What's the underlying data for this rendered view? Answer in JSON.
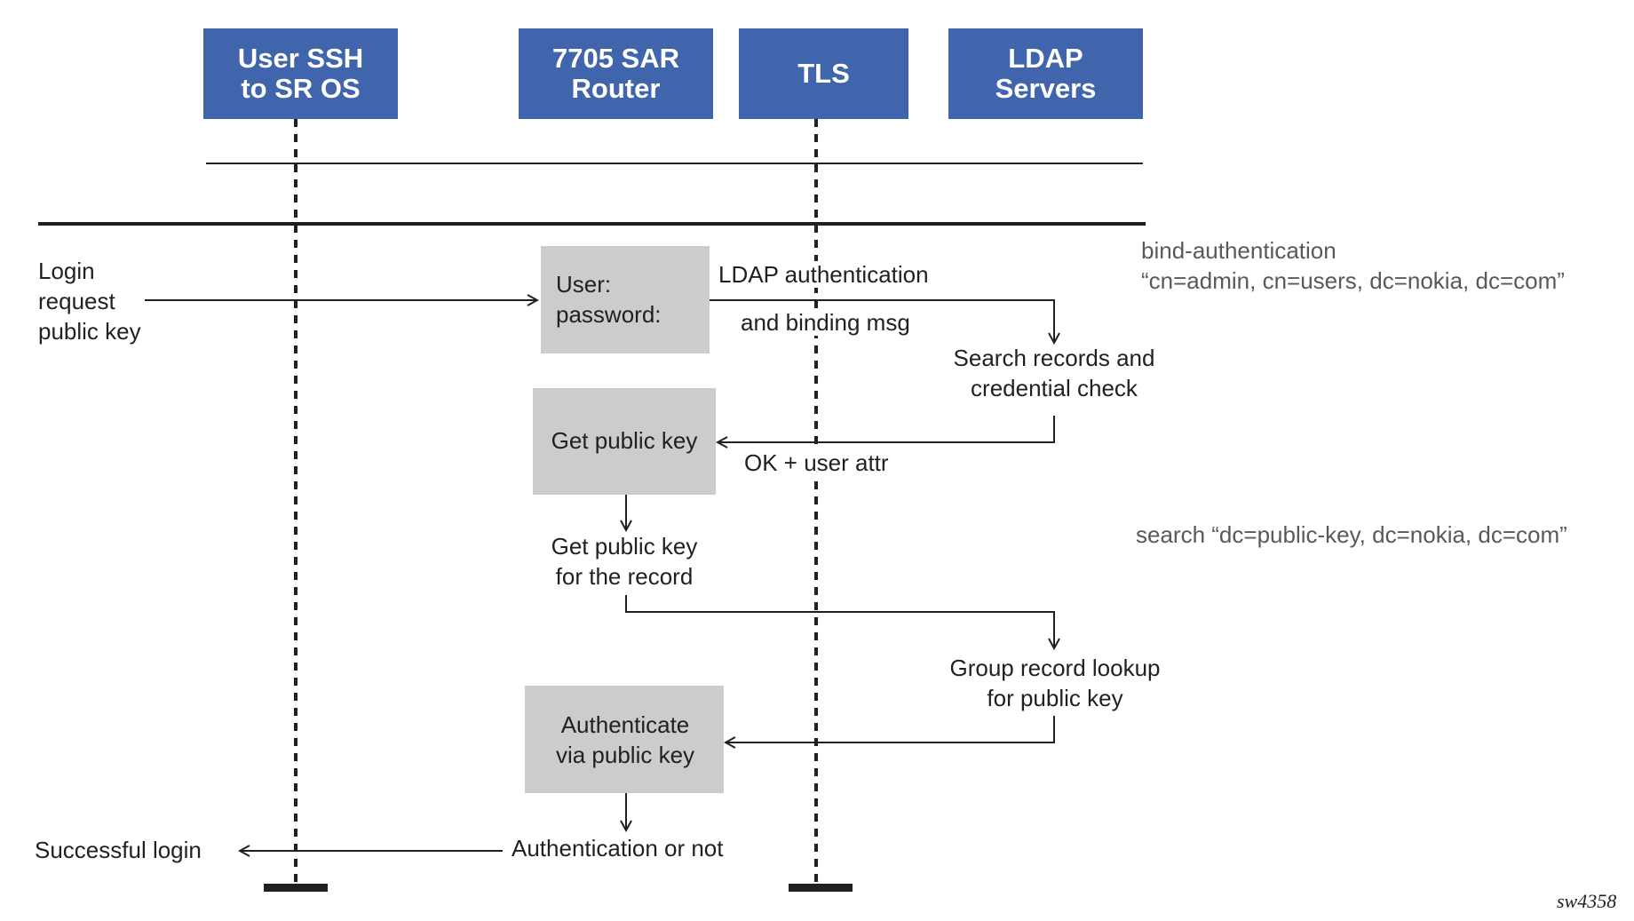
{
  "participants": [
    {
      "id": "user",
      "lines": [
        "User SSH",
        "to SR OS"
      ]
    },
    {
      "id": "router",
      "lines": [
        "7705 SAR",
        "Router"
      ]
    },
    {
      "id": "tls",
      "lines": [
        "TLS"
      ]
    },
    {
      "id": "ldap",
      "lines": [
        "LDAP",
        "Servers"
      ]
    }
  ],
  "colors": {
    "header_fill": "#4065ad",
    "process_fill": "#cccccc",
    "note_text": "#58595b"
  },
  "steps": {
    "login_request": [
      "Login",
      "request",
      "public key"
    ],
    "user_password_box": [
      "User:",
      "password:"
    ],
    "ldap_msg_top": "LDAP authentication",
    "ldap_msg_bottom": "and binding msg",
    "search_records": [
      "Search records and",
      "credential check"
    ],
    "get_public_key_box": "Get public key",
    "ok_user_attr": "OK + user attr",
    "get_public_key_record": [
      "Get public key",
      "for the record"
    ],
    "group_lookup": [
      "Group record lookup",
      "for public key"
    ],
    "authenticate_box": [
      "Authenticate",
      "via public key"
    ],
    "auth_or_not": "Authentication or not",
    "successful_login": "Successful login"
  },
  "notes": {
    "bind_auth": [
      "bind-authentication",
      "“cn=admin, cn=users, dc=nokia, dc=com”"
    ],
    "search": "search “dc=public-key, dc=nokia, dc=com”"
  },
  "figure_id": "sw4358"
}
